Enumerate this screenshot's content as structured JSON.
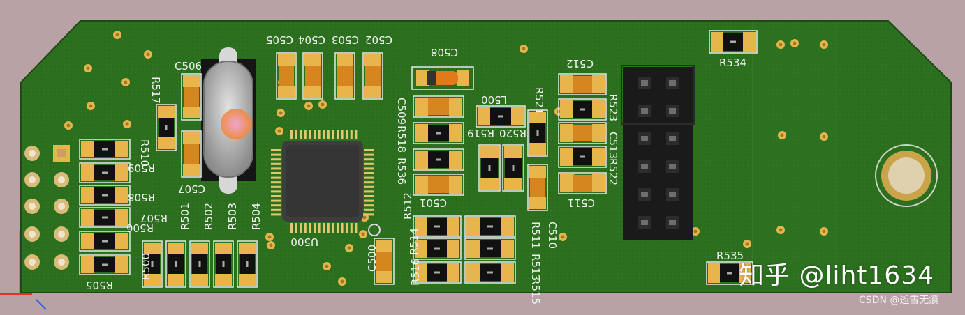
{
  "watermark": {
    "main": "知乎 @liht1634",
    "sub": "CSDN @逝雪无痕"
  },
  "labels": {
    "R534": "R534",
    "R535": "R535",
    "C505": "C505",
    "C504": "C504",
    "C503": "C503",
    "C502": "C502",
    "C508": "C508",
    "C506": "C506",
    "R517": "R517",
    "C507": "C507",
    "C512": "C512",
    "R523": "R523",
    "C513": "C513",
    "R522": "R522",
    "C511": "C511",
    "L500": "L500",
    "R521": "R521",
    "R519": "R519",
    "R520": "R520",
    "C509": "C509",
    "R518": "R518",
    "R536": "R536",
    "C501": "C501",
    "R510": "R510",
    "R509": "R509",
    "R508": "R508",
    "R507": "R507",
    "R506": "R506",
    "R505": "R505",
    "R501": "R501",
    "R502": "R502",
    "R503": "R503",
    "R504": "R504",
    "R500": "R500",
    "U500": "U500",
    "C500": "C500",
    "R512": "R512",
    "R514": "R514",
    "R516": "R516",
    "R511": "R511",
    "C510": "C510",
    "R513": "R513",
    "R515": "R515"
  },
  "colors": {
    "board": "#2b6e1e",
    "board_dark": "#1f5816",
    "pad": "#e8b44c",
    "resistor_body": "#111111",
    "cap_body": "#d6861f",
    "header": "#1a1a1a",
    "chip": "#3d3d3d"
  }
}
